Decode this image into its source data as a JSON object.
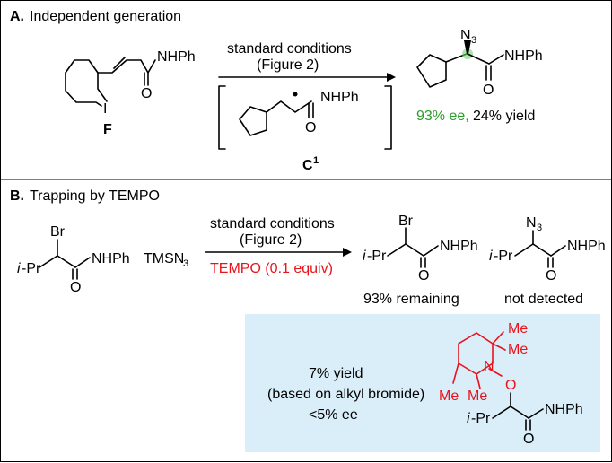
{
  "panel_a": {
    "label": "A.",
    "title": "Independent generation",
    "reactant_label": "F",
    "reactant_I": "I",
    "reactant_O": "O",
    "reactant_NHPh": "NHPh",
    "arrow_line1": "standard conditions",
    "arrow_line2": "(Figure 2)",
    "intermediate_label": "C",
    "intermediate_sup": "1",
    "intermediate_O": "O",
    "intermediate_NHPh": "NHPh",
    "product_N3": "N",
    "product_N3_sub": "3",
    "product_O": "O",
    "product_NHPh": "NHPh",
    "result_ee": "93% ee,",
    "result_yield": "24% yield"
  },
  "panel_b": {
    "label": "B.",
    "title": "Trapping by TEMPO",
    "sm_Br": "Br",
    "sm_iPr_i": "i",
    "sm_iPr_rest": "-Pr",
    "sm_O": "O",
    "sm_NHPh": "NHPh",
    "reagent": "TMSN",
    "reagent_sub": "3",
    "arrow_line1": "standard conditions",
    "arrow_line2": "(Figure 2)",
    "arrow_line3": "TEMPO (0.1 equiv)",
    "prod1_Br": "Br",
    "prod1_iPr_i": "i",
    "prod1_iPr_rest": "-Pr",
    "prod1_O": "O",
    "prod1_NHPh": "NHPh",
    "prod1_caption": "93% remaining",
    "prod2_N3": "N",
    "prod2_N3_sub": "3",
    "prod2_iPr_i": "i",
    "prod2_iPr_rest": "-Pr",
    "prod2_O": "O",
    "prod2_NHPh": "NHPh",
    "prod2_caption": "not detected",
    "box_line1": "7% yield",
    "box_line2": "(based on alkyl bromide)",
    "box_line3": "<5% ee",
    "adduct_Me1": "Me",
    "adduct_Me2": "Me",
    "adduct_Me3": "Me",
    "adduct_Me4": "Me",
    "adduct_N": "N",
    "adduct_O": "O",
    "adduct_iPr_i": "i",
    "adduct_iPr_rest": "-Pr",
    "adduct_C_O": "O",
    "adduct_NHPh": "NHPh"
  },
  "colors": {
    "red": "#e8131b",
    "green": "#2a9d2a",
    "box_fill": "#daeefa"
  }
}
